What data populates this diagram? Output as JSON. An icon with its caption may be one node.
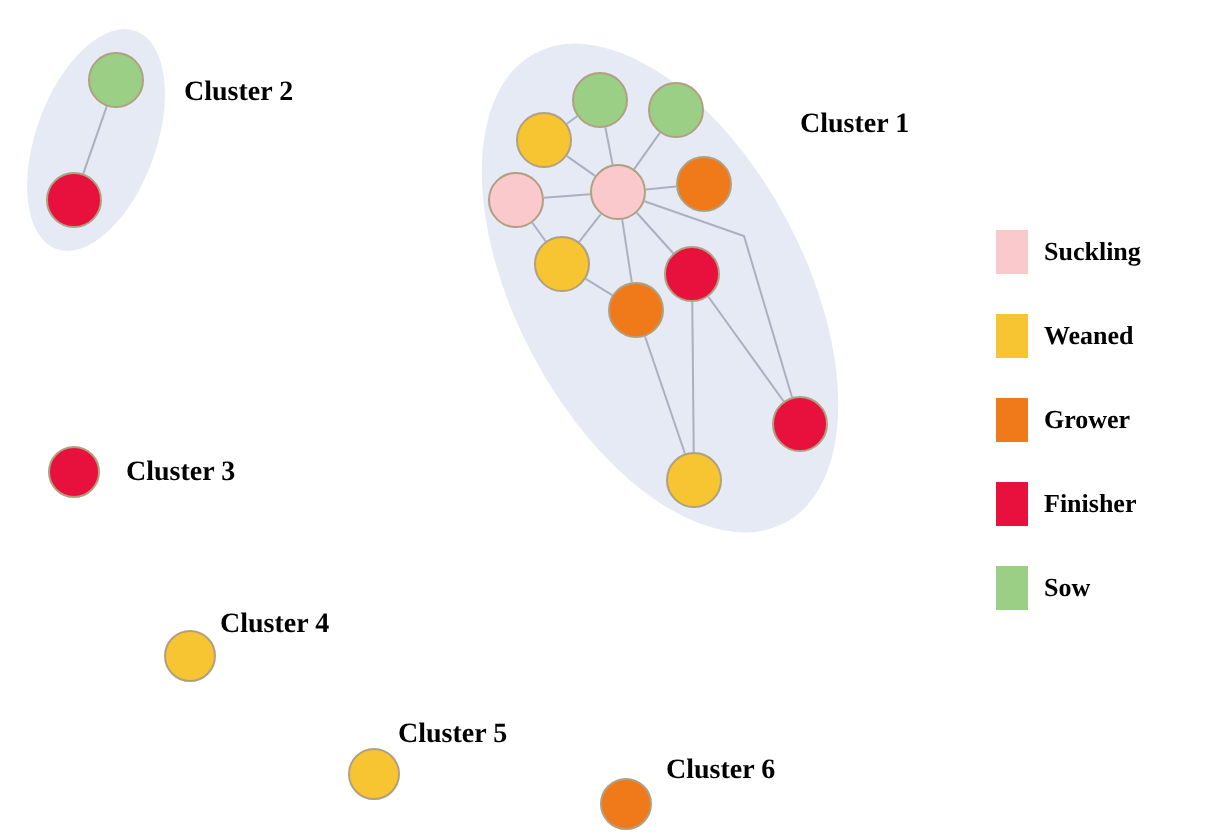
{
  "diagram": {
    "nodes": [
      {
        "text": [
          "Cluster 2"
        ]
      },
      {
        "text": [],
        "shape": "circle",
        "in": 0
      },
      {
        "text": [],
        "shape": "circle",
        "in": 0
      },
      {
        "text": [
          "Cluster 1"
        ]
      },
      {
        "text": [],
        "shape": "circle",
        "in": 3
      },
      {
        "text": [],
        "shape": "circle",
        "in": 3
      },
      {
        "text": [],
        "shape": "circle",
        "in": 3
      },
      {
        "text": [],
        "shape": "circle",
        "in": 3
      },
      {
        "text": [],
        "shape": "circle",
        "in": 3
      },
      {
        "text": [],
        "shape": "circle",
        "in": 3
      },
      {
        "text": [],
        "shape": "circle",
        "in": 3
      },
      {
        "text": [],
        "shape": "circle",
        "in": 3
      },
      {
        "text": [],
        "shape": "circle",
        "in": 3
      },
      {
        "text": [],
        "shape": "circle",
        "in": 3
      },
      {
        "text": [],
        "shape": "circle",
        "in": 3
      },
      {
        "text": [],
        "shape": "circle",
        "beside": [
          "Cluster 3"
        ]
      },
      {
        "text": [],
        "shape": "circle",
        "beside": [
          "Cluster 4"
        ]
      },
      {
        "text": [],
        "shape": "circle",
        "beside": [
          "Cluster 5"
        ]
      },
      {
        "text": [],
        "shape": "circle",
        "beside": [
          "Cluster 6"
        ]
      }
    ],
    "edges": [
      {
        "from": 1,
        "to": 2,
        "arrow": "none"
      },
      {
        "from": 9,
        "to": 4,
        "arrow": "none"
      },
      {
        "from": 9,
        "to": 5,
        "arrow": "none"
      },
      {
        "from": 9,
        "to": 6,
        "arrow": "none"
      },
      {
        "from": 9,
        "to": 8,
        "arrow": "none"
      },
      {
        "from": 9,
        "to": 7,
        "arrow": "none"
      },
      {
        "from": 9,
        "to": 10,
        "arrow": "none"
      },
      {
        "from": 9,
        "to": 11,
        "arrow": "none"
      },
      {
        "from": 9,
        "to": 12,
        "arrow": "none"
      },
      {
        "from": 6,
        "to": 4,
        "arrow": "none"
      },
      {
        "from": 8,
        "to": 10,
        "arrow": "none"
      },
      {
        "from": 10,
        "to": 12,
        "arrow": "none"
      },
      {
        "from": 12,
        "to": 14,
        "arrow": "none"
      },
      {
        "from": 11,
        "to": 14,
        "arrow": "none"
      },
      {
        "from": 11,
        "to": 13,
        "arrow": "none"
      },
      {
        "from": 9,
        "to": 13,
        "arrow": "none"
      }
    ],
    "legend": [
      {
        "text": "Suckling",
        "color": "#f9c9cc"
      },
      {
        "text": "Weaned",
        "color": "#f7c531"
      },
      {
        "text": "Grower",
        "color": "#f07a1a"
      },
      {
        "text": "Finisher",
        "color": "#e8103c"
      },
      {
        "text": "Sow",
        "color": "#9ccf86"
      }
    ]
  }
}
